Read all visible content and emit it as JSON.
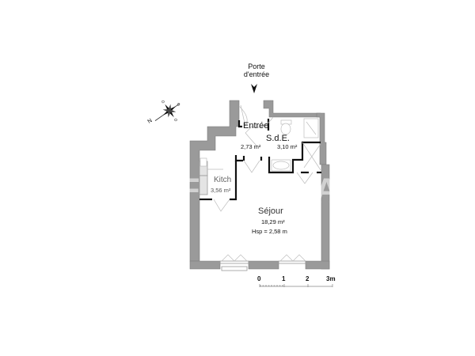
{
  "entrance": {
    "label_line1": "Porte",
    "label_line2": "d'entrée",
    "arrow_icon": "down-arrow-icon"
  },
  "compass": {
    "icon": "compass-rose-icon",
    "north_label": "N"
  },
  "rooms": [
    {
      "name": "Entrée",
      "area": "2,73 m²"
    },
    {
      "name": "S.d.E.",
      "area": "3,10 m²"
    },
    {
      "name": "Kitch",
      "area": "3,56 m²"
    },
    {
      "name": "Séjour",
      "area": "18,29 m²",
      "height": "Hsp = 2,58 m"
    }
  ],
  "scale_bar": {
    "ticks": [
      "0",
      "1",
      "2",
      "3m"
    ]
  },
  "colors": {
    "wall": "#9a9a9a",
    "wall_outline": "#7a7a7a",
    "partition": "#111111",
    "fixture": "#bdbdbd"
  }
}
